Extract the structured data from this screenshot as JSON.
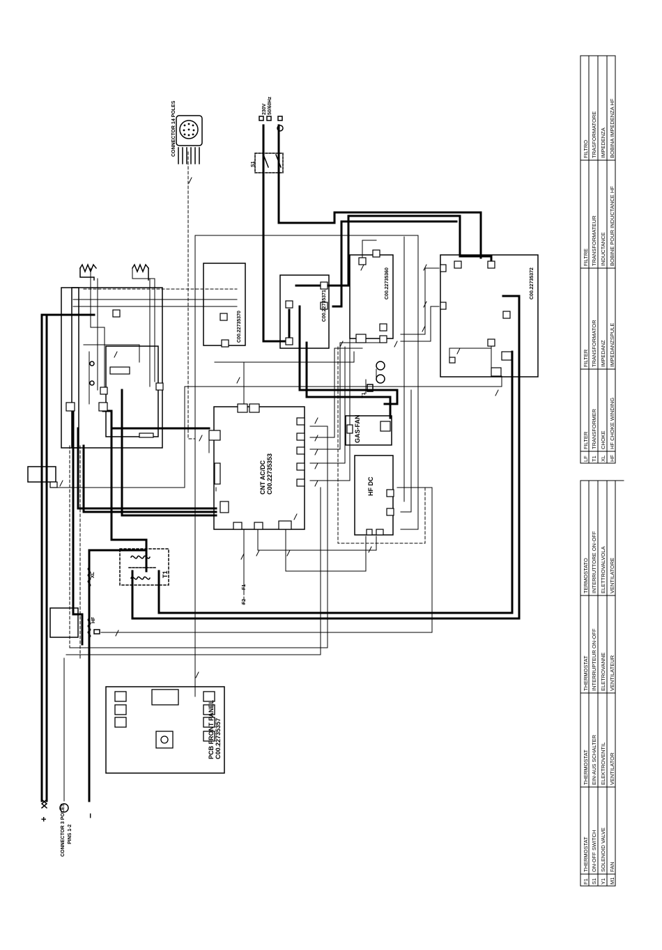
{
  "connectors": {
    "conn14": "CONNECTOR 14 POLES",
    "conn3_title": "CONNECTOR 3 POLES",
    "conn3_pins": "PINS 1-2",
    "plus": "+",
    "minus": "−"
  },
  "mains": {
    "voltage": "230V",
    "freq": "50/60Hz",
    "switch": "S1"
  },
  "boards": {
    "front_panel_title": "PCB FRONT PANEL",
    "front_panel_code": "C00.22735357",
    "ctrl_title": "CNT AC/DC",
    "ctrl_code": "C00.22735353",
    "b370": "C00.22735370",
    "b371": "C00.22735371",
    "b360": "C00.22735360",
    "b372": "C00.22735372",
    "gasfan": "GAS-FAN",
    "hfdc": "HF DC"
  },
  "components": {
    "xl": "XL",
    "hf": "HF",
    "t1": "T1",
    "y1": "Y1",
    "f1": "F1",
    "f2": "F2"
  },
  "legend": {
    "rows": [
      {
        "code": "F1",
        "en": "THERMOSTAT",
        "de": "THERMOSTAT",
        "fr": "THERMOSTAT",
        "it": "TERMOSTATO"
      },
      {
        "code": "S1",
        "en": "ON-OFF SWITCH",
        "de": "EIN-AUS SCHALTER",
        "fr": "INTERRUPTEUR ON-OFF",
        "it": "INTERRUTTORE ON-OFF"
      },
      {
        "code": "Y1",
        "en": "SOLENOID VALVE",
        "de": "ELEKTROVENTIL",
        "fr": "ELETROVANNE",
        "it": "ELETTROVALVOLA"
      },
      {
        "code": "M1",
        "en": "FAN",
        "de": "VENTILATOR",
        "fr": "VENTILATEUR",
        "it": "VENTILATORE"
      }
    ],
    "rows2": [
      {
        "code": "LF",
        "en": "FILTER",
        "de": "FILTER",
        "fr": "FILTRE",
        "it": "FILTRO"
      },
      {
        "code": "T1",
        "en": "TRANSFORMER",
        "de": "TRANSFORMATOR",
        "fr": "TRANSFORMATEUR",
        "it": "TRASFORMATORE"
      },
      {
        "code": "XL",
        "en": "CHOKE",
        "de": "IMPEDANZ",
        "fr": "INDUCTANCE",
        "it": "IMPEDENZA"
      },
      {
        "code": "HF",
        "en": "HF CHOKE WINDING",
        "de": "IMPEDANZSPULE",
        "fr": "BOBINE POUR INDUCTANCE HF",
        "it": "BOBINA IMPEDENZA HF"
      }
    ]
  }
}
